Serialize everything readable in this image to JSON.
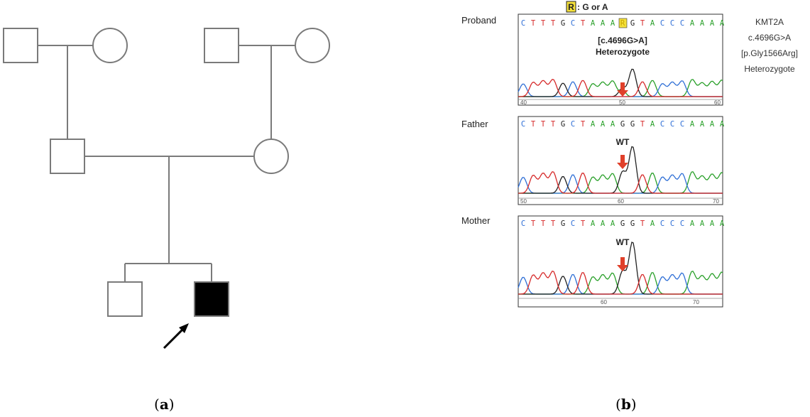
{
  "panel_a": {
    "caption_open": "(",
    "caption_letter": "a",
    "caption_close": ")",
    "line_color": "#7a7a7a",
    "affected_fill": "#000000",
    "arrow_color": "#000000"
  },
  "panel_b": {
    "caption_open": "(",
    "caption_letter": "b",
    "caption_close": ")",
    "header_code": "R",
    "header_text": ": G or A",
    "proband": {
      "label": "Proband",
      "sequence": [
        "C",
        "T",
        "T",
        "T",
        "G",
        "C",
        "T",
        "A",
        "A",
        "A",
        "R",
        "G",
        "T",
        "A",
        "C",
        "C",
        "C",
        "A",
        "A",
        "A",
        "A"
      ],
      "mut_line1": "[c.4696G>A]",
      "mut_line2": "Heterozygote",
      "ticks": [
        "40",
        "50",
        "60"
      ]
    },
    "father": {
      "label": "Father",
      "sequence": [
        "C",
        "T",
        "T",
        "T",
        "G",
        "C",
        "T",
        "A",
        "A",
        "A",
        "G",
        "G",
        "T",
        "A",
        "C",
        "C",
        "C",
        "A",
        "A",
        "A",
        "A"
      ],
      "status": "WT",
      "ticks": [
        "50",
        "60",
        "70"
      ]
    },
    "mother": {
      "label": "Mother",
      "sequence": [
        "C",
        "T",
        "T",
        "T",
        "G",
        "C",
        "T",
        "A",
        "A",
        "A",
        "G",
        "G",
        "T",
        "A",
        "C",
        "C",
        "C",
        "A",
        "A",
        "A",
        "A"
      ],
      "status": "WT",
      "ticks": [
        "60",
        "70"
      ]
    },
    "variant_info": {
      "gene": "KMT2A",
      "cdna": "c.4696G>A",
      "protein": "[p.Gly1566Arg]",
      "zygosity": "Heterozygote"
    },
    "colors": {
      "A": "#2aa02a",
      "C": "#2f6fd6",
      "G": "#222222",
      "T": "#d62a2a",
      "R": "#c8a400",
      "highlight": "#f5e13a",
      "arrow": "#e0402a"
    }
  }
}
